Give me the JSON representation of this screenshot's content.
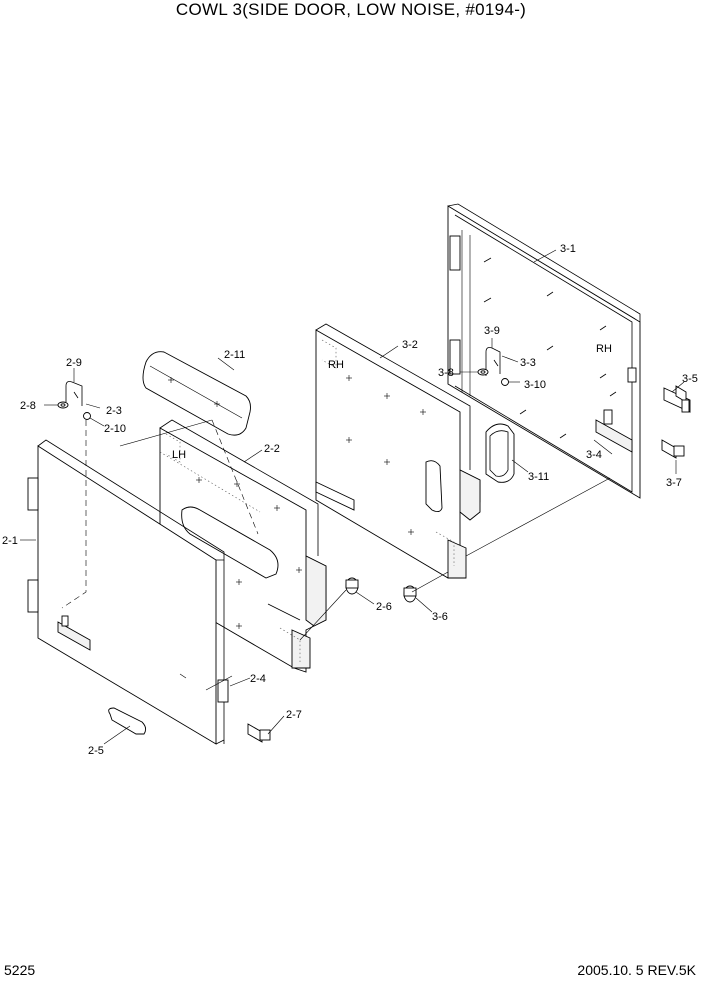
{
  "header": {
    "title": "COWL 3(SIDE DOOR, LOW NOISE, #0194-)"
  },
  "footer": {
    "page_number": "5225",
    "revision": "2005.10. 5  REV.5K"
  },
  "side_labels": {
    "lh": "LH",
    "rh_panel": "RH",
    "rh_door": "RH"
  },
  "parts": {
    "p2_1": "2-1",
    "p2_2": "2-2",
    "p2_3": "2-3",
    "p2_4": "2-4",
    "p2_5": "2-5",
    "p2_6": "2-6",
    "p2_7": "2-7",
    "p2_8": "2-8",
    "p2_9": "2-9",
    "p2_10": "2-10",
    "p2_11": "2-11",
    "p3_1": "3-1",
    "p3_2": "3-2",
    "p3_3": "3-3",
    "p3_4": "3-4",
    "p3_5": "3-5",
    "p3_6": "3-6",
    "p3_7": "3-7",
    "p3_8": "3-8",
    "p3_9": "3-9",
    "p3_10": "3-10",
    "p3_11": "3-11"
  }
}
